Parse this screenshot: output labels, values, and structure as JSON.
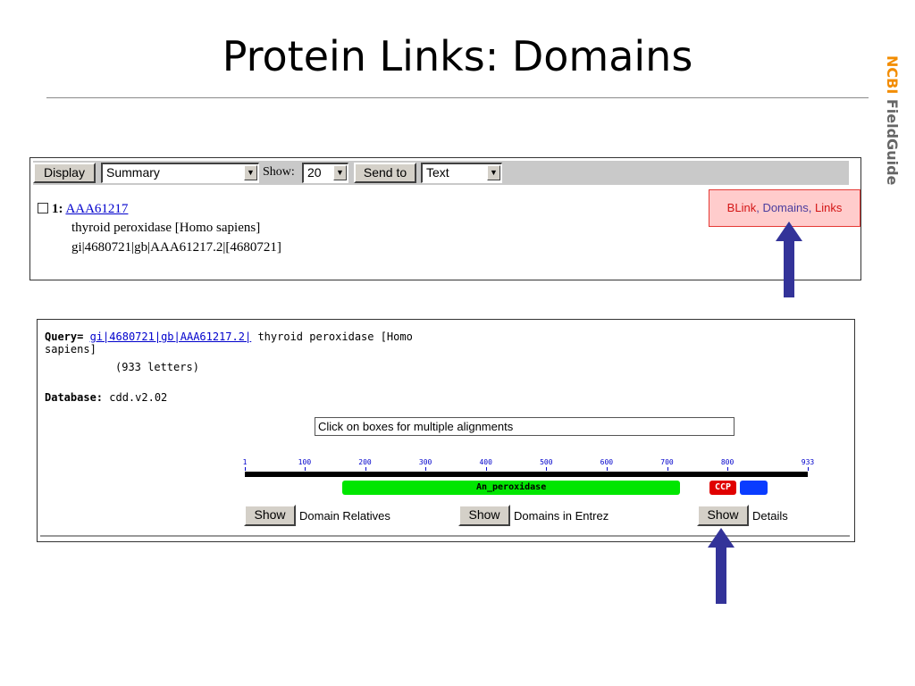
{
  "title": "Protein Links: Domains",
  "logo": {
    "brand": "NCBI",
    "product": " FieldGuide"
  },
  "toolbar": {
    "display_button": "Display",
    "display_select": "Summary",
    "show_label": "Show:",
    "show_select": "20",
    "send_button": "Send to",
    "send_select": "Text"
  },
  "record": {
    "number": "1:",
    "accession": "AAA61217",
    "description": "thyroid peroxidase [Homo sapiens]",
    "ids": "gi|4680721|gb|AAA61217.2|[4680721]"
  },
  "links": {
    "blink": "BLink",
    "sep1": ", ",
    "domains": "Domains",
    "sep2": ", ",
    "links": "Links"
  },
  "cdd": {
    "query_label": "Query=",
    "query_link": "gi|4680721|gb|AAA61217.2|",
    "query_desc": " thyroid peroxidase [Homo",
    "query_desc2": "sapiens]",
    "letters": "(933 letters)",
    "database_label": "Database:",
    "database_value": " cdd.v2.02",
    "info_box": "Click on boxes for multiple alignments",
    "scale": {
      "min": 1,
      "max": 933,
      "ticks": [
        1,
        100,
        200,
        300,
        400,
        500,
        600,
        700,
        800,
        933
      ],
      "tick_labels": [
        "1",
        "100",
        "200",
        "300",
        "400",
        "500",
        "600",
        "700",
        "800",
        "933"
      ]
    },
    "domains": [
      {
        "name": "An_peroxidase",
        "start": 162,
        "end": 722,
        "color": "#00e600",
        "text_color": "#000000"
      },
      {
        "name": "CCP",
        "start": 770,
        "end": 815,
        "color": "#e00000",
        "text_color": "#ffffff"
      },
      {
        "name": "",
        "start": 820,
        "end": 866,
        "color": "#0a3cff",
        "text_color": "#ffffff"
      }
    ],
    "buttons": [
      {
        "button": "Show",
        "label": "Domain Relatives"
      },
      {
        "button": "Show",
        "label": "Domains in Entrez"
      },
      {
        "button": "Show",
        "label": "Details"
      }
    ]
  },
  "colors": {
    "arrow": "#333399",
    "highlight_bg": "#ffcccc",
    "highlight_border": "#e53935",
    "logo_orange": "#f28c00"
  }
}
